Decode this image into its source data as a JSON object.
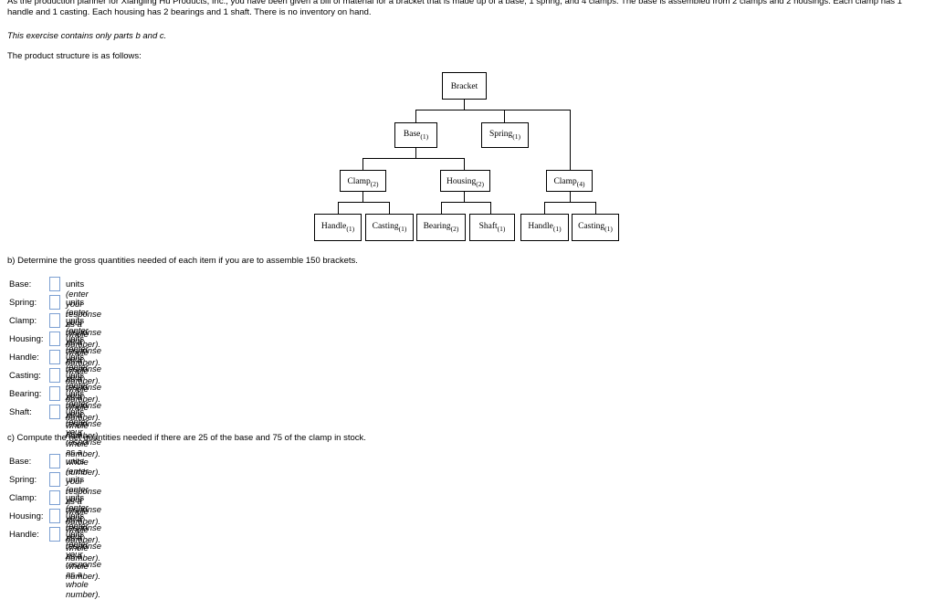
{
  "intro": "As the production planner for Xiangling Hu Products, Inc., you have been given a bill of material for a bracket that is made up of a base, 1 spring, and 4 clamps. The base is assembled from 2 clamps and 2 housings. Each clamp has 1 handle and 1 casting. Each housing has 2 bearings and 1 shaft. There is no inventory on hand.",
  "note": "This exercise contains only parts b and c.",
  "structure_label": "The product structure is as follows:",
  "tree": {
    "bracket": "Bracket",
    "base": {
      "name": "Base",
      "qty": "(1)"
    },
    "spring": {
      "name": "Spring",
      "qty": "(1)"
    },
    "clamp2": {
      "name": "Clamp",
      "qty": "(2)"
    },
    "housing": {
      "name": "Housing",
      "qty": "(2)"
    },
    "clamp4": {
      "name": "Clamp",
      "qty": "(4)"
    },
    "handle1": {
      "name": "Handle",
      "qty": "(1)"
    },
    "casting1": {
      "name": "Casting",
      "qty": "(1)"
    },
    "bearing": {
      "name": "Bearing",
      "qty": "(2)"
    },
    "shaft": {
      "name": "Shaft",
      "qty": "(1)"
    },
    "handle2": {
      "name": "Handle",
      "qty": "(1)"
    },
    "casting2": {
      "name": "Casting",
      "qty": "(1)"
    }
  },
  "part_b": {
    "title": "b) Determine the gross quantities needed of each item if you are to assemble 150 brackets.",
    "unit_word": "units",
    "hint": "(enter your response as a whole number).",
    "rows": [
      "Base:",
      "Spring:",
      "Clamp:",
      "Housing:",
      "Handle:",
      "Casting:",
      "Bearing:",
      "Shaft:"
    ]
  },
  "part_c": {
    "title": "c) Compute the net quantities needed if there are 25 of the base and 75 of the clamp in stock.",
    "unit_word": "units",
    "hint": "(enter your response as a whole number).",
    "rows": [
      "Base:",
      "Spring:",
      "Clamp:",
      "Housing:",
      "Handle:"
    ]
  }
}
